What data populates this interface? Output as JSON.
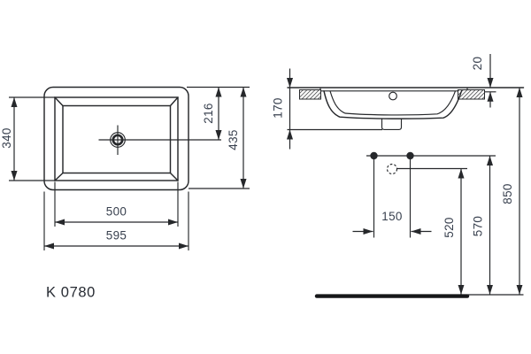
{
  "drawing": {
    "model": "K 0780",
    "type": "under-countertop washbasin technical drawing",
    "top_view": {
      "dims": {
        "opening_depth": "340",
        "opening_width": "500",
        "overall_width": "595",
        "overall_depth": "435",
        "taphole_to_edge": "216"
      }
    },
    "side_view": {
      "dims": {
        "basin_height": "170",
        "rim_drop": "20",
        "fixing_hole_spacing": "150",
        "waste_outlet_height": "520",
        "fixing_height": "570",
        "countertop_height": "850"
      }
    },
    "colors": {
      "line": "#26282b",
      "dim_text": "#39414f",
      "model_text": "#272b33",
      "background": "#ffffff"
    }
  }
}
